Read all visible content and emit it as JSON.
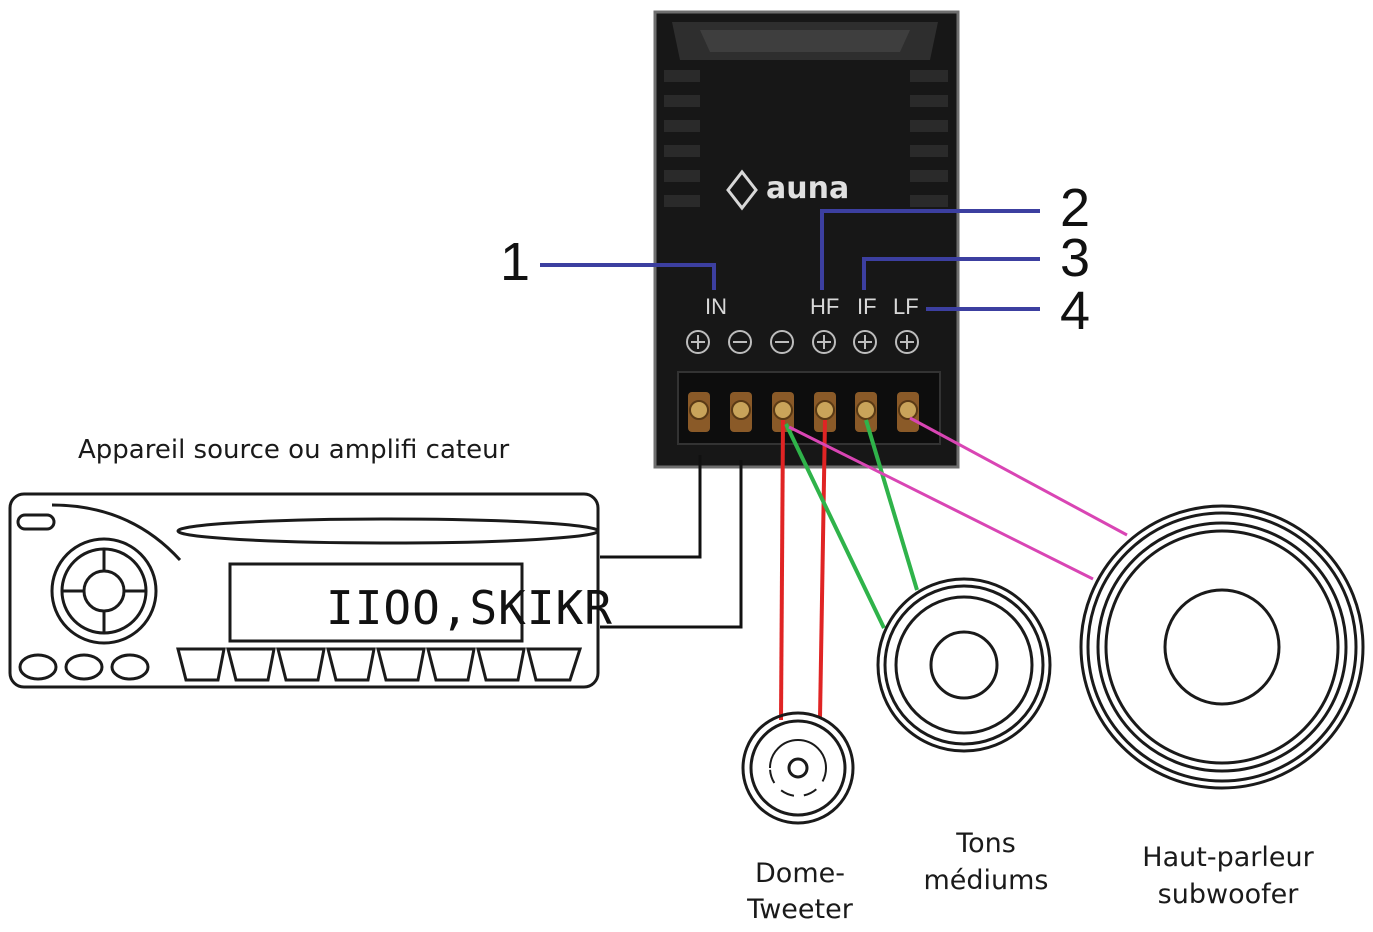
{
  "radio": {
    "title": "Appareil source ou amplifi cateur",
    "display": "IIOO,SKIKR"
  },
  "crossover": {
    "brand": "auna",
    "terminals": {
      "in": "IN",
      "hf": "HF",
      "if": "IF",
      "lf": "LF"
    },
    "callouts": [
      "1",
      "2",
      "3",
      "4"
    ]
  },
  "speakers": {
    "tweeter": [
      "Dome-",
      "Tweeter"
    ],
    "mid": [
      "Tons",
      "médiums"
    ],
    "sub": [
      "Haut-parleur",
      "subwoofer"
    ]
  },
  "colors": {
    "callout_line": "#3c3fa0",
    "tweeter_wire": "#e02424",
    "mid_wire": "#2fb34a",
    "sub_wire": "#d945b4"
  }
}
